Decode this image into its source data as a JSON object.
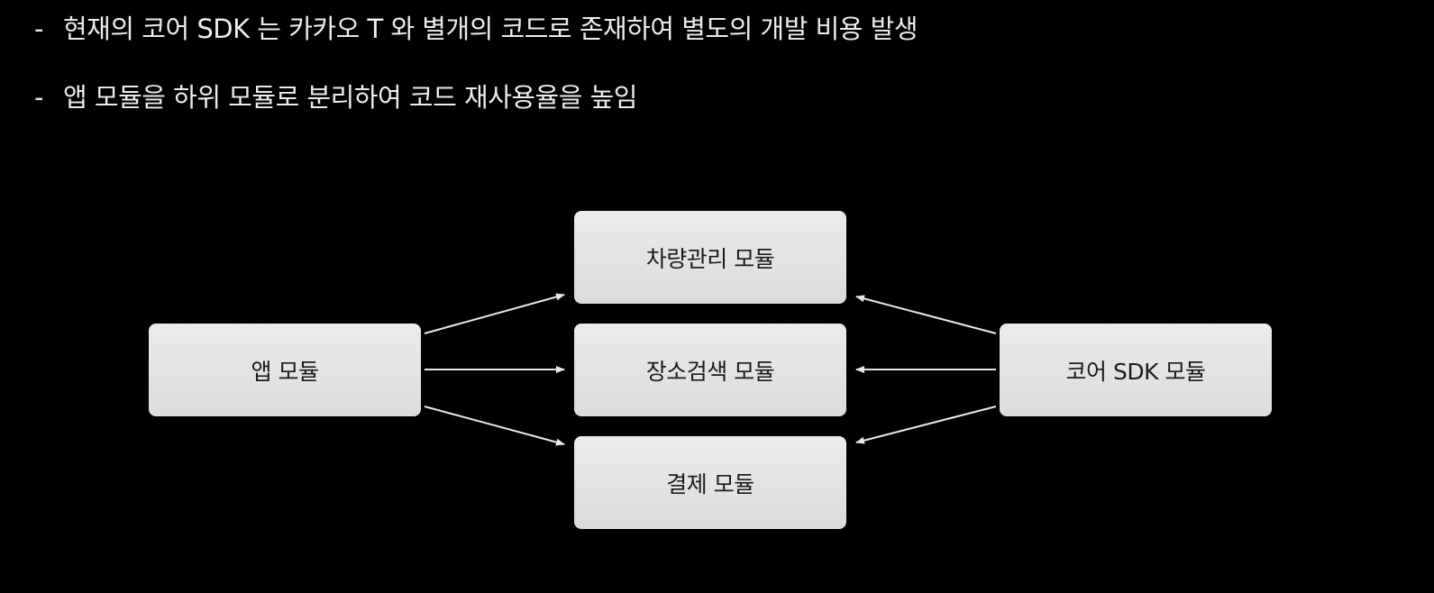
{
  "bullets": [
    {
      "marker": "-",
      "text": "현재의 코어 SDK 는 카카오 T 와 별개의 코드로 존재하여 별도의 개발 비용 발생"
    },
    {
      "marker": "-",
      "text": "앱 모듈을 하위 모듈로 분리하여 코드 재사용율을 높임"
    }
  ],
  "diagram": {
    "nodes": {
      "app": "앱 모듈",
      "vehicle": "차량관리 모듈",
      "place": "장소검색 모듈",
      "payment": "결제 모듈",
      "core": "코어 SDK 모듈"
    },
    "edges": [
      {
        "from": "app",
        "to": "vehicle"
      },
      {
        "from": "app",
        "to": "place"
      },
      {
        "from": "app",
        "to": "payment"
      },
      {
        "from": "core",
        "to": "vehicle"
      },
      {
        "from": "core",
        "to": "place"
      },
      {
        "from": "core",
        "to": "payment"
      }
    ]
  },
  "colors": {
    "background": "#000000",
    "text": "#ececec",
    "box": "#e4e4e3",
    "box_text": "#1c1c1c",
    "arrow": "#e8e8e8"
  }
}
